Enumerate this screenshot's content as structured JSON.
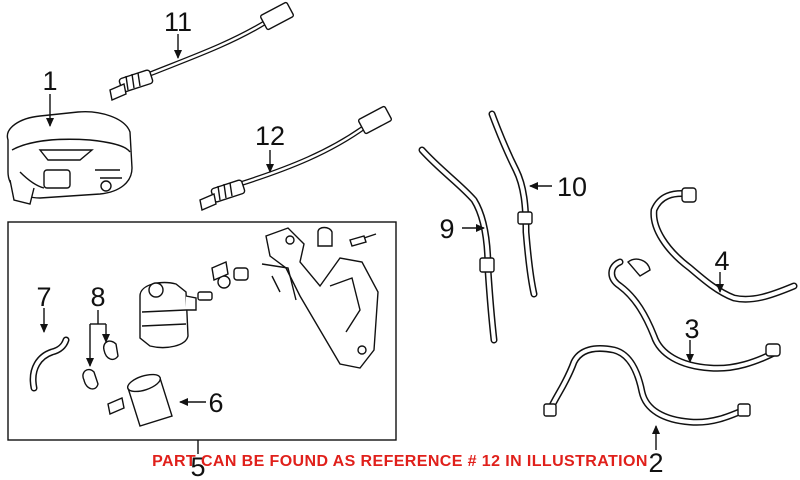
{
  "callouts": {
    "c1": "1",
    "c2": "2",
    "c3": "3",
    "c4": "4",
    "c5": "5",
    "c6": "6",
    "c7": "7",
    "c8": "8",
    "c9": "9",
    "c10": "10",
    "c11": "11",
    "c12": "12"
  },
  "note": "PART CAN BE FOUND AS REFERENCE # 12 IN ILLUSTRATION",
  "colors": {
    "note": "#e0201b",
    "line": "#111111",
    "background": "#ffffff"
  }
}
